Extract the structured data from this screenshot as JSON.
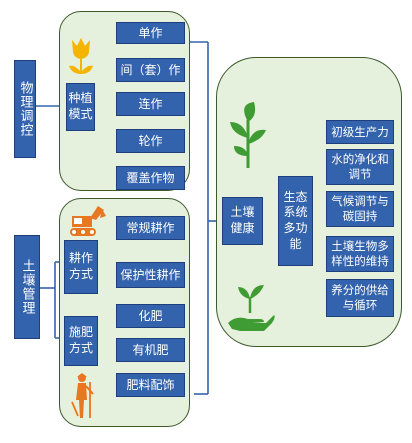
{
  "left_labels": {
    "physical_control": "物理调控",
    "soil_management": "土壤管理"
  },
  "planting_mode": {
    "label": "种植模式",
    "items": [
      "单作",
      "间（套）作",
      "连作",
      "轮作",
      "覆盖作物"
    ]
  },
  "tillage_mode": {
    "label": "耕作方式",
    "items": [
      "常规耕作",
      "保护性耕作"
    ]
  },
  "fertilization_mode": {
    "label": "施肥方式",
    "items": [
      "化肥",
      "有机肥",
      "肥料配饰"
    ]
  },
  "soil_health": "土壤健康",
  "ecosystem_function": "生态系统多功能",
  "functions": [
    "初级生产力",
    "水的净化和调节",
    "气候调节与碳固持",
    "土壤生物多样性的维持",
    "养分的供给与循环"
  ],
  "colors": {
    "box_fill": "#3463ad",
    "panel_fill": "#e6f1dd",
    "connector": "#3463ad"
  },
  "icons": [
    "tulip-icon",
    "excavator-icon",
    "farmer-icon",
    "plant-icon",
    "hand-seedling-icon"
  ]
}
